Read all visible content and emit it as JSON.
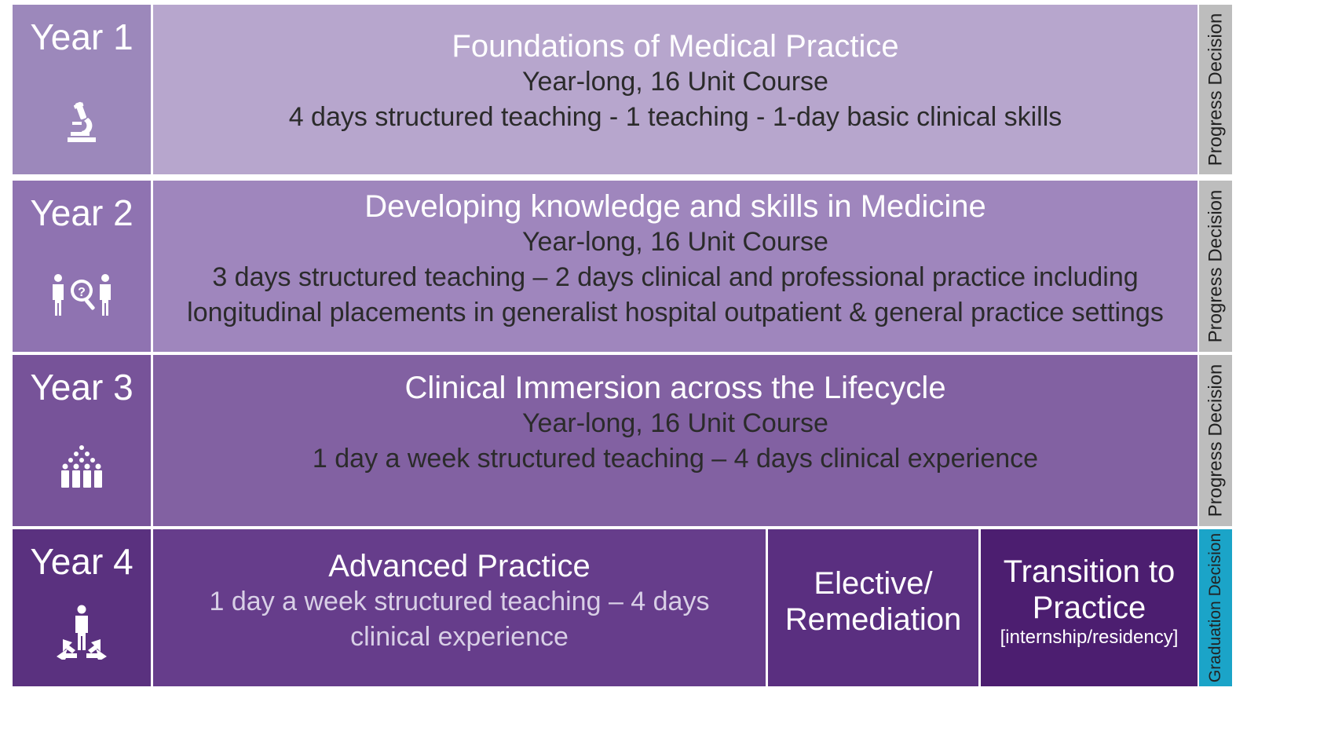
{
  "colors": {
    "year1_left": "#9c88bb",
    "year1_main": "#b7a6cd",
    "year2_left": "#8f73b1",
    "year2_main": "#9f86bd",
    "year3_left": "#775399",
    "year3_main": "#8261a2",
    "year4_left": "#5a317f",
    "year4_main": "#663d8b",
    "year4_elective": "#5a2f80",
    "year4_transition": "#4c1e70",
    "progress_side": "#bdbdbd",
    "graduation_side": "#1ba4c8"
  },
  "rows": [
    {
      "year": "Year 1",
      "icon": "microscope-icon",
      "title": "Foundations of Medical Practice",
      "lines": [
        "Year-long, 16 Unit Course",
        "4 days structured  teaching - 1 teaching - 1-day basic clinical skills"
      ],
      "decision": "Progress Decision"
    },
    {
      "year": "Year 2",
      "icon": "consultation-icon",
      "title": "Developing knowledge and skills in Medicine",
      "lines": [
        "Year-long, 16 Unit Course",
        "3 days structured teaching – 2 days clinical and professional practice including",
        "longitudinal placements in generalist hospital outpatient & general practice settings"
      ],
      "decision": "Progress Decision"
    },
    {
      "year": "Year 3",
      "icon": "group-icon",
      "title": "Clinical Immersion across the Lifecycle",
      "lines": [
        "Year-long, 16 Unit Course",
        "1  day a week structured teaching – 4 days clinical experience"
      ],
      "decision": "Progress Decision"
    }
  ],
  "year4": {
    "year": "Year 4",
    "icon": "career-paths-icon",
    "advanced": {
      "title": "Advanced Practice",
      "lines": [
        "1  day a week structured teaching – 4 days",
        "clinical experience"
      ]
    },
    "elective": {
      "line1": "Elective/",
      "line2": "Remediation"
    },
    "transition": {
      "line1": "Transition to",
      "line2": "Practice",
      "note": "[internship/residency]"
    },
    "decision": "Graduation Decision"
  }
}
